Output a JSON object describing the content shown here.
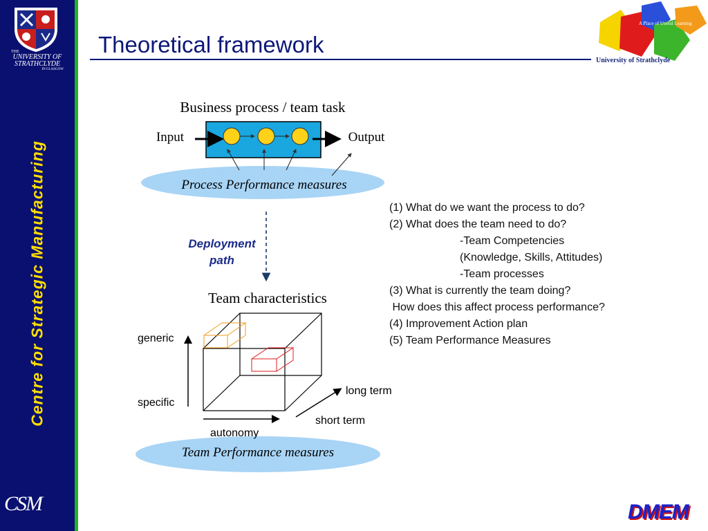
{
  "sidebar": {
    "university": {
      "the": "THE",
      "line1": "UNIVERSITY OF",
      "line2": "STRATHCLYDE",
      "line3": "IN GLASGOW"
    },
    "vertical_title": "Centre for Strategic Manufacturing",
    "csm_logo": "CSM"
  },
  "header": {
    "title": "Theoretical framework",
    "logo_tagline": "A Place of Useful Learning",
    "logo_caption": "University of Strathclyde"
  },
  "process": {
    "title": "Business process / team task",
    "input": "Input",
    "output": "Output",
    "measures": "Process Performance measures"
  },
  "deployment": {
    "line1": "Deployment",
    "line2": "path"
  },
  "team": {
    "title": "Team characteristics",
    "generic": "generic",
    "specific": "specific",
    "long_term": "long term",
    "short_term": "short term",
    "autonomy": "autonomy",
    "measures": "Team Performance measures"
  },
  "questions": [
    "(1) What do we want the process to do?",
    "(2) What does the team need to do?",
    "-Team Competencies",
    "(Knowledge, Skills, Attitudes)",
    "-Team processes",
    "(3) What is currently the team doing?",
    " How does this affect process performance?",
    "(4) Improvement Action plan",
    "(5) Team Performance Measures"
  ],
  "footer": {
    "brand": "DMEM"
  },
  "colors": {
    "sidebar": "#0a1070",
    "accent_green": "#22b32a",
    "vertical_title": "#ffde00",
    "process_box": "#1aa7e0",
    "node": "#ffd21a",
    "ellipse": "#a8d4f5",
    "dmem": "#1a22c8"
  }
}
